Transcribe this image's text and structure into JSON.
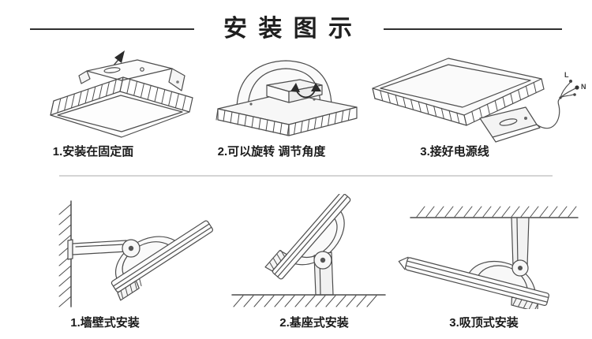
{
  "colors": {
    "background": "#ffffff",
    "line_art": "#4d4d4d",
    "text": "#1b1b1b",
    "divider": "#d4d4d4"
  },
  "header": {
    "title": "安 装 图 示"
  },
  "figures": {
    "top": [
      {
        "caption": "1.安装在固定面",
        "illustration": "floodlight-underside-isometric-with-up-arrow"
      },
      {
        "caption": "2.可以旋转 调节角度",
        "illustration": "floodlight-rear-bracket-with-rotation-arrow"
      },
      {
        "caption": "3.接好电源线",
        "illustration": "floodlight-tilted-with-power-cord",
        "wire_labels": {
          "live": "L",
          "neutral": "N"
        }
      }
    ],
    "bottom": [
      {
        "caption": "1.墙壁式安装",
        "illustration": "wall-mounted-floodlight"
      },
      {
        "caption": "2.基座式安装",
        "illustration": "pedestal-mounted-floodlight"
      },
      {
        "caption": "3.吸顶式安装",
        "illustration": "ceiling-mounted-floodlight"
      }
    ]
  }
}
